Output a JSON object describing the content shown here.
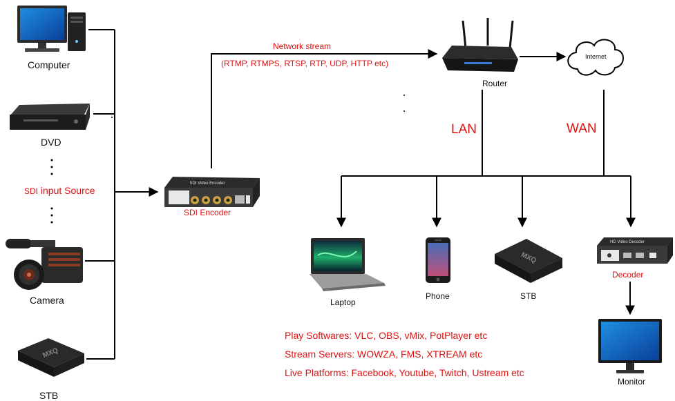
{
  "sources": {
    "computer": "Computer",
    "dvd": "DVD",
    "sdi_prefix": "SDI",
    "sdi_rest": " input Source",
    "camera": "Camera",
    "stb": "STB"
  },
  "encoder": {
    "label": "SDI Encoder",
    "device_text": "SDI Video Encoder"
  },
  "stream": {
    "title": "Network stream",
    "protocols": "(RTMP, RTMPS, RTSP, RTP, UDP, HTTP etc)"
  },
  "router": {
    "label": "Router"
  },
  "internet": {
    "label": "Internet"
  },
  "links": {
    "lan": "LAN",
    "wan": "WAN"
  },
  "devices": {
    "laptop": "Laptop",
    "phone": "Phone",
    "stb": "STB",
    "decoder": "Decoder",
    "monitor": "Monitor",
    "stb_logo": "MXQ",
    "decoder_text": "HD Video Decoder"
  },
  "notes": {
    "play": "Play Softwares: VLC, OBS, vMix, PotPlayer etc",
    "servers": "Stream Servers: WOWZA, FMS, XTREAM etc",
    "platforms": "Live Platforms: Facebook, Youtube, Twitch, Ustream etc"
  },
  "colors": {
    "label_red": "#e01010",
    "line": "#000000"
  }
}
